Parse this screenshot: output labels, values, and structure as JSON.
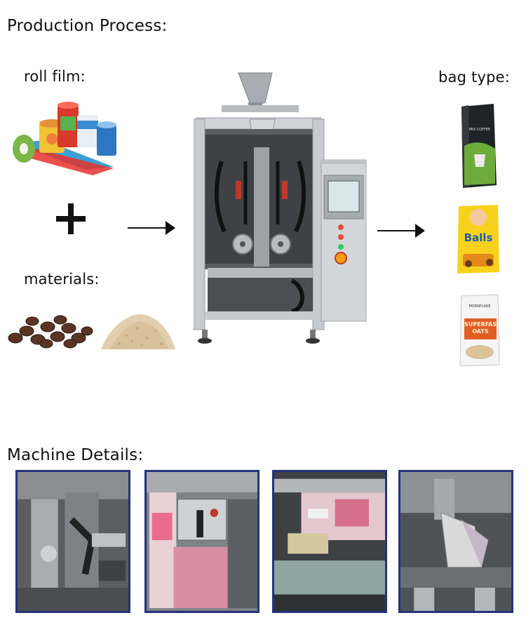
{
  "production": {
    "title": "Production Process:",
    "roll_film_label": "roll film:",
    "materials_label": "materials:",
    "bag_type_label": "bag type:"
  },
  "details": {
    "title": "Machine Details:"
  },
  "bags": {
    "coffee_text": "MIX COFFEE",
    "cereal_text": "Balls",
    "oats_brand": "MORNFLAKE",
    "oats_text": "SUPERFAST OATS"
  },
  "colors": {
    "photo_border": "#25337d",
    "machine_steel": "#c9ccd0",
    "arrow": "#111111"
  }
}
